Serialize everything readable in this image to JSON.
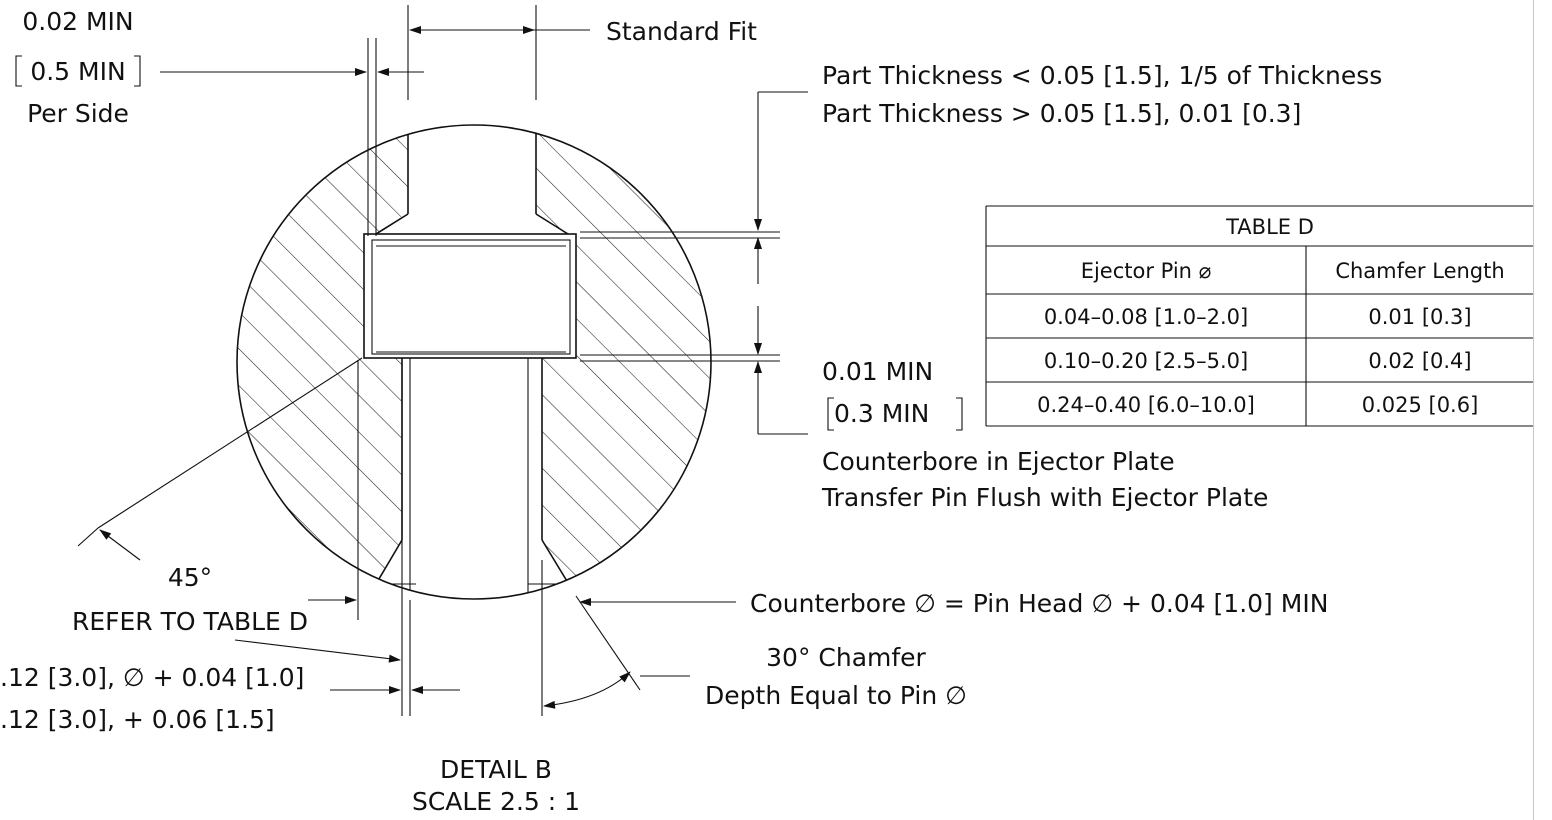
{
  "labels": {
    "min_clearance_line1": "0.02 MIN",
    "min_clearance_line2": "0.5 MIN",
    "min_clearance_line3": "Per Side",
    "standard_fit": "Standard Fit",
    "part_thickness_line1": "Part Thickness < 0.05 [1.5], 1/5 of Thickness",
    "part_thickness_line2": "Part Thickness > 0.05 [1.5],  0.01 [0.3]",
    "cb_min_line1": "0.01 MIN",
    "cb_min_line2": "0.3 MIN",
    "counterbore_line1": "Counterbore in Ejector Plate",
    "counterbore_line2": "Transfer Pin Flush with Ejector Plate",
    "angle": "45°",
    "refer_table": "REFER TO TABLE D",
    "clearance_line1": ".12 [3.0],  ∅  + 0.04 [1.0]",
    "clearance_line2": ".12 [3.0],  + 0.06 [1.5]",
    "counterbore_dia": "Counterbore  ∅  =  Pin Head  ∅  + 0.04 [1.0] MIN",
    "chamfer_line1": "30° Chamfer",
    "chamfer_line2": "Depth Equal to Pin  ∅",
    "detail_line1": "DETAIL B",
    "detail_line2": "SCALE 2.5 : 1"
  },
  "table": {
    "title": "TABLE D",
    "headers": [
      "Ejector Pin ⌀",
      "Chamfer Length"
    ],
    "rows": [
      [
        "0.04–0.08 [1.0–2.0]",
        "0.01 [0.3]"
      ],
      [
        "0.10–0.20 [2.5–5.0]",
        "0.02 [0.4]"
      ],
      [
        "0.24–0.40 [6.0–10.0]",
        "0.025 [0.6]"
      ]
    ]
  }
}
